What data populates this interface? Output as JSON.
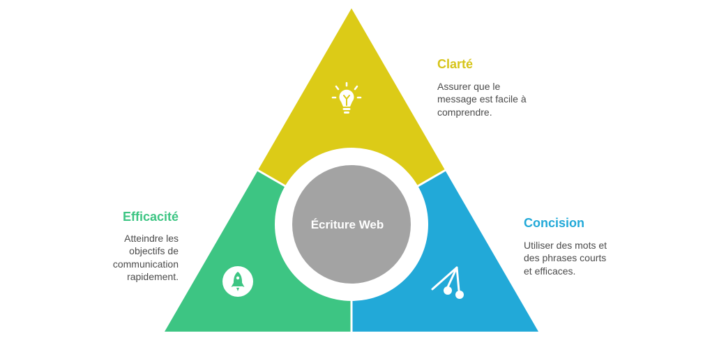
{
  "diagram": {
    "center": {
      "label": "Écriture Web",
      "color": "#a3a3a3"
    },
    "sections": {
      "clarte": {
        "title": "Clarté",
        "description": [
          "Assurer que le",
          "message est facile à",
          "comprendre."
        ],
        "color": "#dccb17",
        "title_color": "#d6c418",
        "icon": "lightbulb-icon"
      },
      "efficacite": {
        "title": "Efficacité",
        "description": [
          "Atteindre les",
          "objectifs de",
          "communication",
          "rapidement."
        ],
        "color": "#3dc583",
        "title_color": "#3dc583",
        "icon": "rocket-icon"
      },
      "concision": {
        "title": "Concision",
        "description": [
          "Utiliser des mots et",
          "des phrases courts",
          "et efficaces."
        ],
        "color": "#22a9d8",
        "title_color": "#22a9d8",
        "icon": "merge-icon"
      }
    },
    "text_color": "#4a4a4a",
    "background": "#ffffff"
  }
}
